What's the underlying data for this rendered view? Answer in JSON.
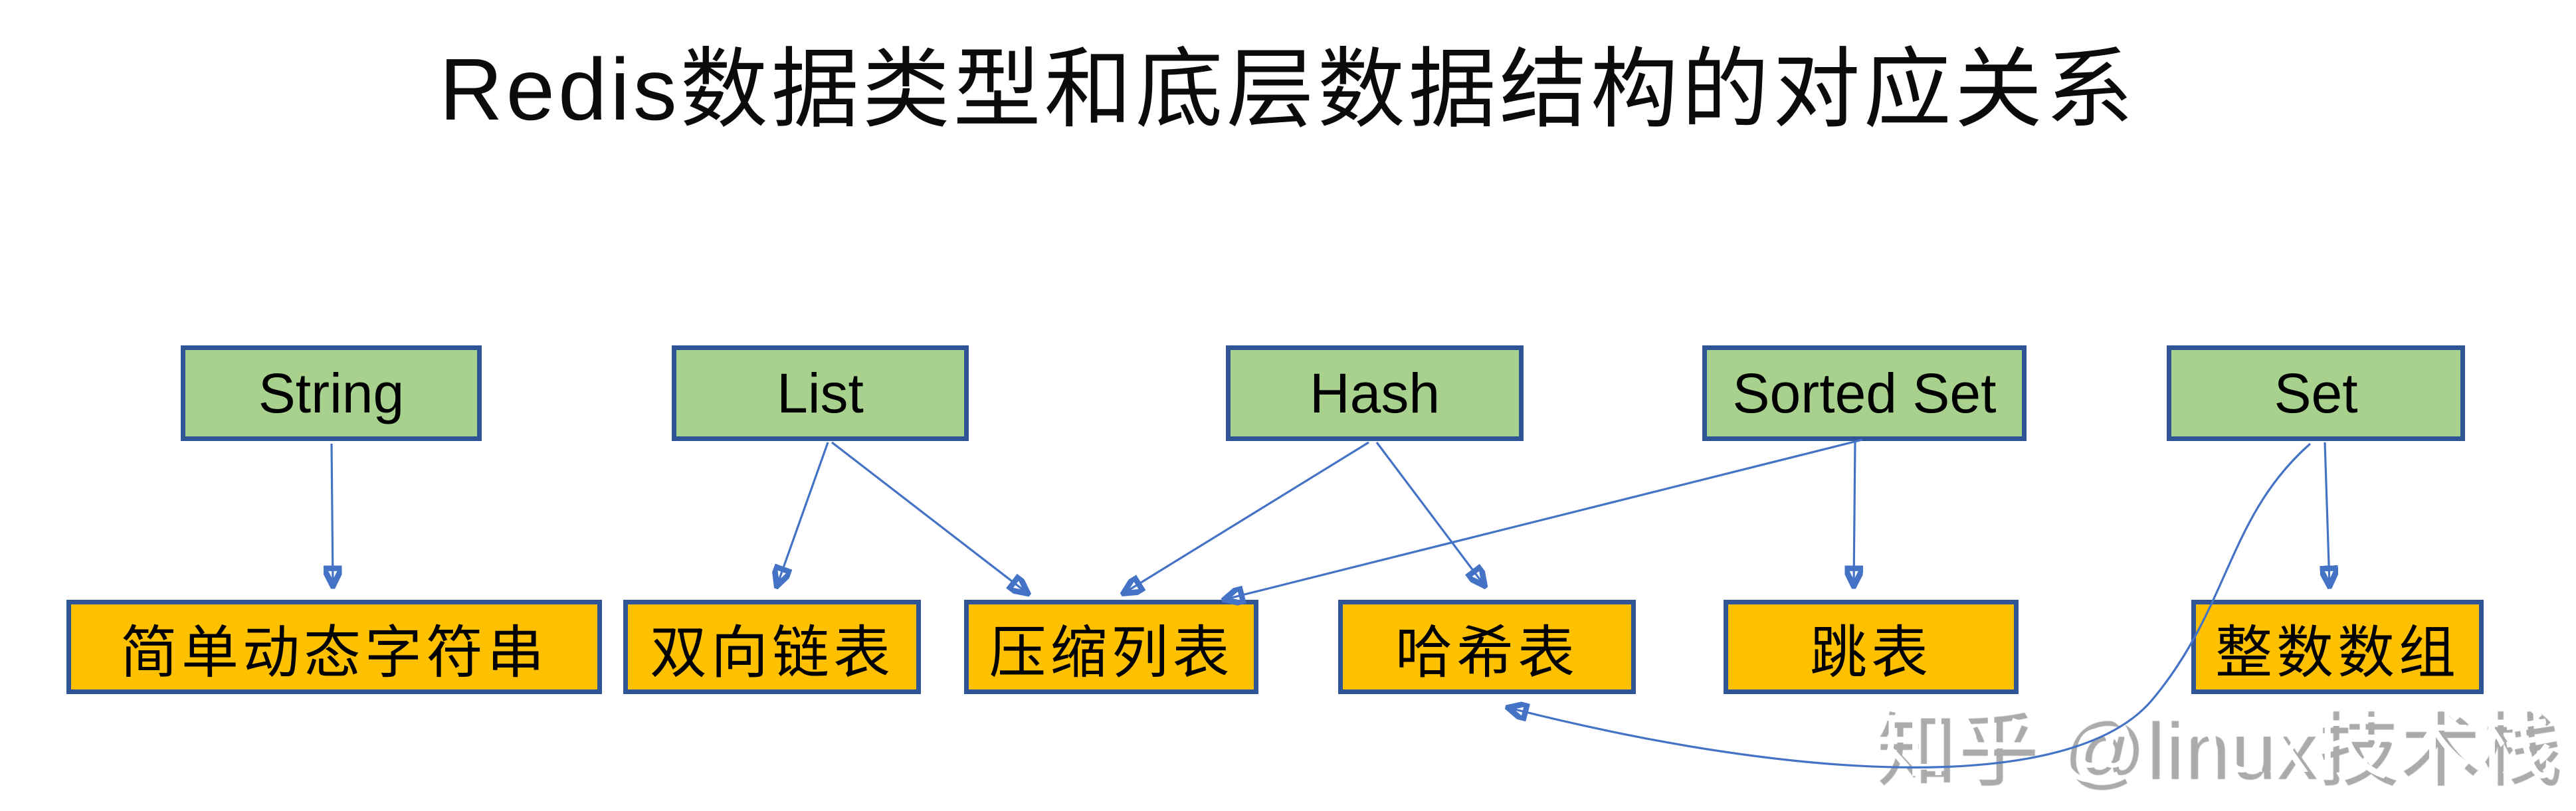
{
  "title": "Redis数据类型和底层数据结构的对应关系",
  "watermark": "知乎 @linux技术栈",
  "colors": {
    "data_type_fill": "#a9d18e",
    "data_structure_fill": "#ffc000",
    "box_border": "#2f5597",
    "arrow": "#4472c4",
    "text": "#000000",
    "watermark_shadow": "#ababab"
  },
  "data_types": [
    {
      "label": "String"
    },
    {
      "label": "List"
    },
    {
      "label": "Hash"
    },
    {
      "label": "Sorted Set"
    },
    {
      "label": "Set"
    }
  ],
  "data_structures": [
    {
      "label": "简单动态字符串"
    },
    {
      "label": "双向链表"
    },
    {
      "label": "压缩列表"
    },
    {
      "label": "哈希表"
    },
    {
      "label": "跳表"
    },
    {
      "label": "整数数组"
    }
  ],
  "mappings": [
    {
      "from": "String",
      "to": "简单动态字符串"
    },
    {
      "from": "List",
      "to": "双向链表"
    },
    {
      "from": "List",
      "to": "压缩列表"
    },
    {
      "from": "Hash",
      "to": "压缩列表"
    },
    {
      "from": "Hash",
      "to": "哈希表"
    },
    {
      "from": "Sorted Set",
      "to": "压缩列表"
    },
    {
      "from": "Sorted Set",
      "to": "跳表"
    },
    {
      "from": "Set",
      "to": "整数数组"
    },
    {
      "from": "Set",
      "to": "哈希表"
    }
  ]
}
